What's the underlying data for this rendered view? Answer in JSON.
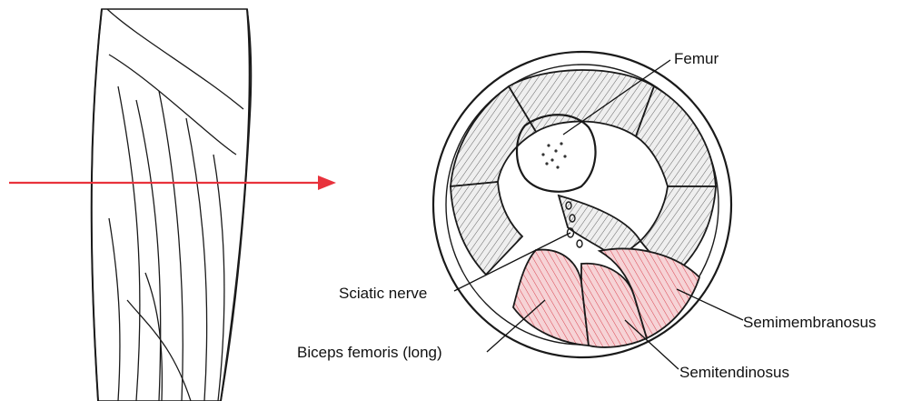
{
  "labels": {
    "femur": "Femur",
    "sciatic_nerve": "Sciatic nerve",
    "biceps_femoris": "Biceps femoris (long)",
    "semimembranosus": "Semimembranosus",
    "semitendinosus": "Semitendinosus"
  },
  "colors": {
    "arrow": "#e8323c",
    "highlight": "#f4c9cd",
    "highlight_hatch": "#d9434f",
    "ink": "#1a1a1a",
    "muscle_fill": "#e9e9e9"
  }
}
